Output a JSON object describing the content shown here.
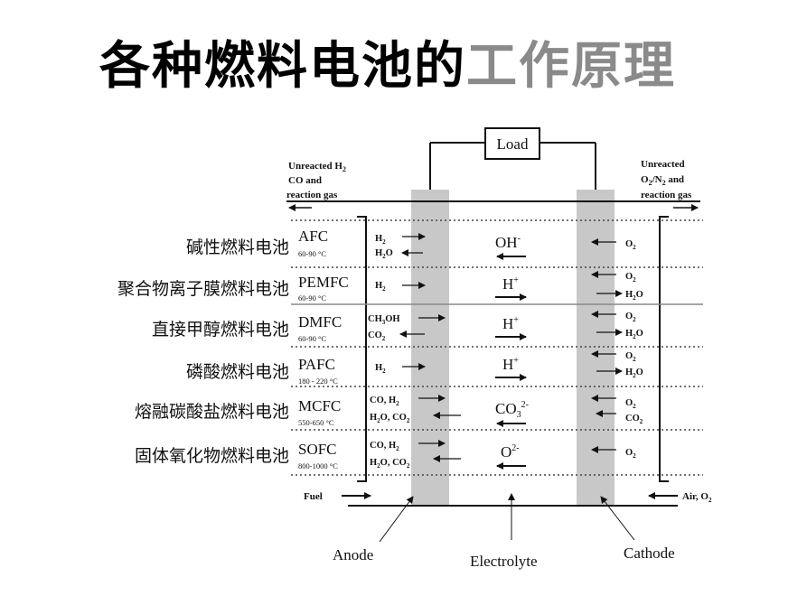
{
  "title": {
    "part1": "各种燃料电池的",
    "part2": "工作原理"
  },
  "load_label": "Load",
  "top_left_note": [
    "Unreacted H",
    "CO and",
    "reaction gas"
  ],
  "top_right_note": [
    "Unreacted",
    "O",
    "/N",
    " and",
    "reaction gas"
  ],
  "bottom": {
    "fuel": "Fuel",
    "air": "Air, O"
  },
  "parts": {
    "anode": "Anode",
    "electrolyte": "Electrolyte",
    "cathode": "Cathode"
  },
  "rows": [
    {
      "cn": "碱性燃料电池",
      "abbr": "AFC",
      "temp": "60-90 °C",
      "anode_species": [
        "H",
        "H",
        "O"
      ],
      "ion": "OH",
      "ion_sup": "-",
      "cathode_species": [
        "O"
      ]
    },
    {
      "cn": "聚合物离子膜燃料电池",
      "abbr": "PEMFC",
      "temp": "60-90 °C",
      "anode_species": [
        "H"
      ],
      "ion": "H",
      "ion_sup": "+",
      "cathode_species": [
        "O",
        "H",
        "O"
      ]
    },
    {
      "cn": "直接甲醇燃料电池",
      "abbr": "DMFC",
      "temp": "60-90 °C",
      "anode_species": [
        "CH",
        "OH",
        "CO"
      ],
      "ion": "H",
      "ion_sup": "+",
      "cathode_species": [
        "O",
        "H",
        "O"
      ]
    },
    {
      "cn": "磷酸燃料电池",
      "abbr": "PAFC",
      "temp": "180 - 220 °C",
      "anode_species": [
        "H"
      ],
      "ion": "H",
      "ion_sup": "+",
      "cathode_species": [
        "O",
        "H",
        "O"
      ]
    },
    {
      "cn": "熔融碳酸盐燃料电池",
      "abbr": "MCFC",
      "temp": "550-650 °C",
      "anode_species": [
        "CO, H",
        "H",
        "O, CO"
      ],
      "ion": "CO",
      "ion_sup": "2-",
      "cathode_species": [
        "O",
        "CO"
      ]
    },
    {
      "cn": "固体氧化物燃料电池",
      "abbr": "SOFC",
      "temp": "800-1000 °C",
      "anode_species": [
        "CO, H",
        "H",
        "O, CO"
      ],
      "ion": "O",
      "ion_sup": "2-",
      "cathode_species": [
        "O"
      ]
    }
  ],
  "subscript_two": "2",
  "subscript_three": "3"
}
